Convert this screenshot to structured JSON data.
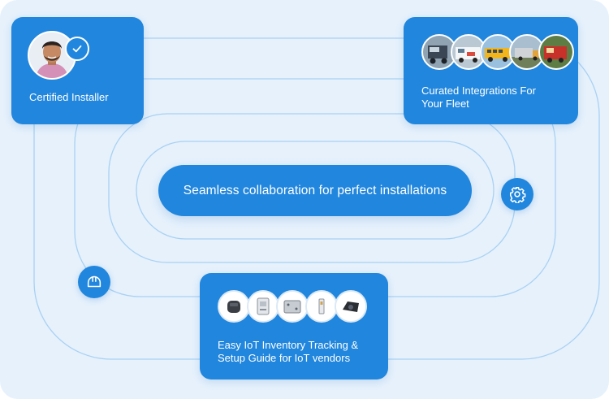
{
  "center": {
    "tagline": "Seamless collaboration for perfect installations"
  },
  "cards": {
    "installer": {
      "label": "Certified Installer",
      "avatar_icon": "installer-avatar",
      "badge_icon": "check-icon"
    },
    "integrations": {
      "line1": "Curated Integrations For",
      "line2": "Your Fleet",
      "thumbnails": [
        "truck-photo",
        "van-photo",
        "school-bus-photo",
        "cargo-trailer-photo",
        "red-truck-photo"
      ]
    },
    "inventory": {
      "line1": "Easy IoT Inventory Tracking &",
      "line2": "Setup Guide for IoT vendors",
      "devices": [
        "gps-tracker-device",
        "sensor-module-device",
        "gateway-box-device",
        "fuse-relay-device",
        "dashcam-device"
      ]
    }
  },
  "badges": {
    "right": "gear-icon",
    "left": "helmet-icon"
  },
  "colors": {
    "background": "#e6f1fc",
    "card": "#2186dd",
    "track": "#a9d1f2",
    "text": "#ffffff"
  }
}
